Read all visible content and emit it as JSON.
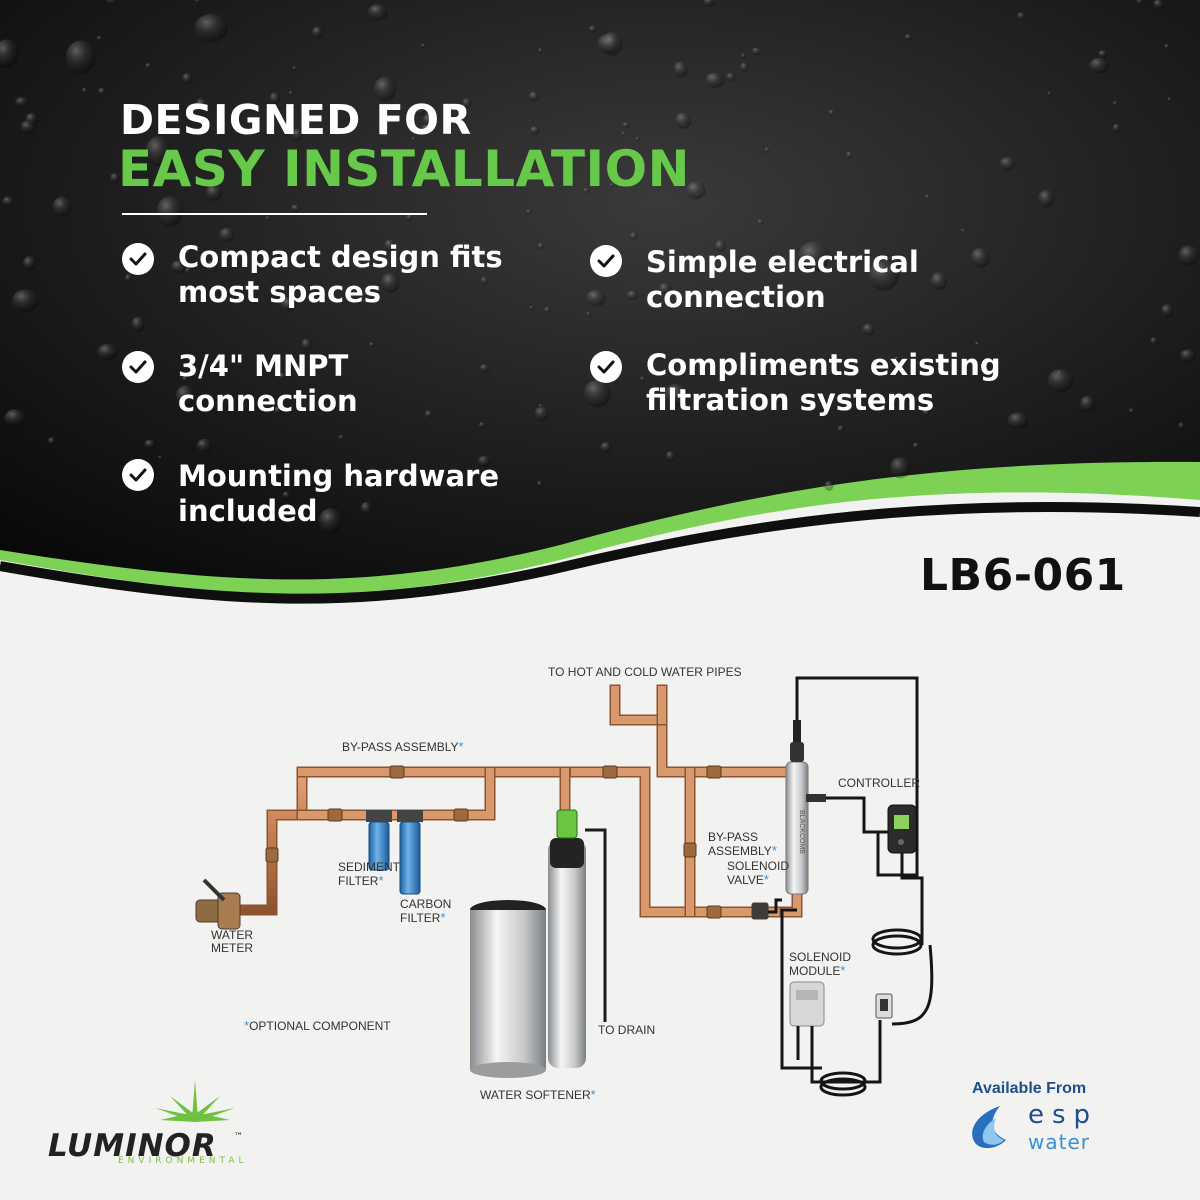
{
  "heading": {
    "line1": "DESIGNED FOR",
    "line2": "EASY INSTALLATION"
  },
  "features": [
    {
      "label": "Compact design fits most spaces"
    },
    {
      "label": "3/4\" MNPT connection"
    },
    {
      "label": "Mounting hardware included"
    },
    {
      "label": "Simple electrical connection"
    },
    {
      "label": "Compliments existing filtration systems"
    }
  ],
  "model": "LB6-061",
  "diagram": {
    "to_pipes": "TO HOT AND COLD WATER PIPES",
    "bypass_top": "BY-PASS ASSEMBLY",
    "controller": "CONTROLLER",
    "bypass_right_1": "BY-PASS",
    "bypass_right_2": "ASSEMBLY",
    "solenoid_valve_1": "SOLENOID",
    "solenoid_valve_2": "VALVE",
    "sediment_1": "SEDIMENT",
    "sediment_2": "FILTER",
    "carbon_1": "CARBON",
    "carbon_2": "FILTER",
    "water_meter_1": "WATER",
    "water_meter_2": "METER",
    "solenoid_module_1": "SOLENOID",
    "solenoid_module_2": "MODULE",
    "optional": "OPTIONAL COMPONENT",
    "to_drain": "TO DRAIN",
    "softener": "WATER SOFTENER",
    "optional_marker": "*",
    "uv_label": "BLACKCOMB"
  },
  "available_from": "Available From",
  "esp_logo": {
    "name": "esp",
    "sub": "water"
  },
  "luminor_logo": {
    "name": "LUMINOR",
    "tm": "™",
    "sub": "ENVIRONMENTAL"
  },
  "colors": {
    "accent_green": "#66c94a",
    "pipe_copper": "#c98a5c",
    "filter_blue": "#3f8fd2",
    "brand_blue": "#1f4e8a",
    "optional_star": "#3d8fd4"
  },
  "icons": [
    "check-icon",
    "esp-drop-icon",
    "luminor-star-icon"
  ]
}
